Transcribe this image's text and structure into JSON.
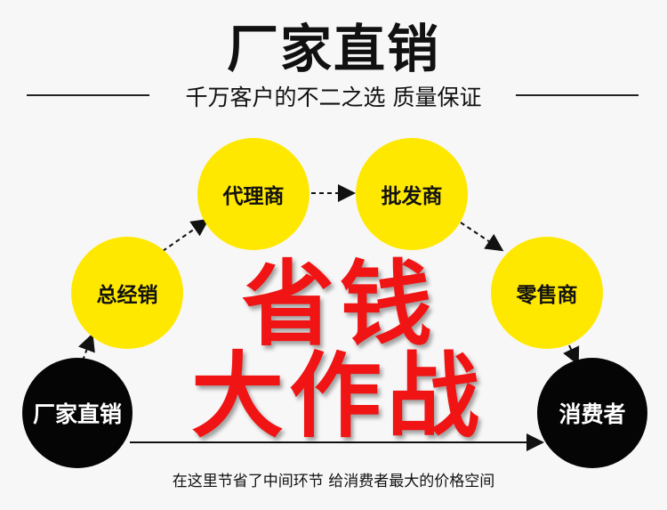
{
  "title": "厂家直销",
  "subtitle": "千万客户的不二之选  质量保证",
  "nodes": {
    "factory": "厂家直销",
    "distributor": "总经销",
    "agent": "代理商",
    "wholesaler": "批发商",
    "retailer": "零售商",
    "consumer": "消费者"
  },
  "slogan": {
    "line1": "省钱",
    "line2": "大作战"
  },
  "footnote": "在这里节省了中间环节   给消费者最大的价格空间",
  "colors": {
    "yellow": "#ffe800",
    "black": "#050505",
    "slogan_red": "#f01414"
  }
}
